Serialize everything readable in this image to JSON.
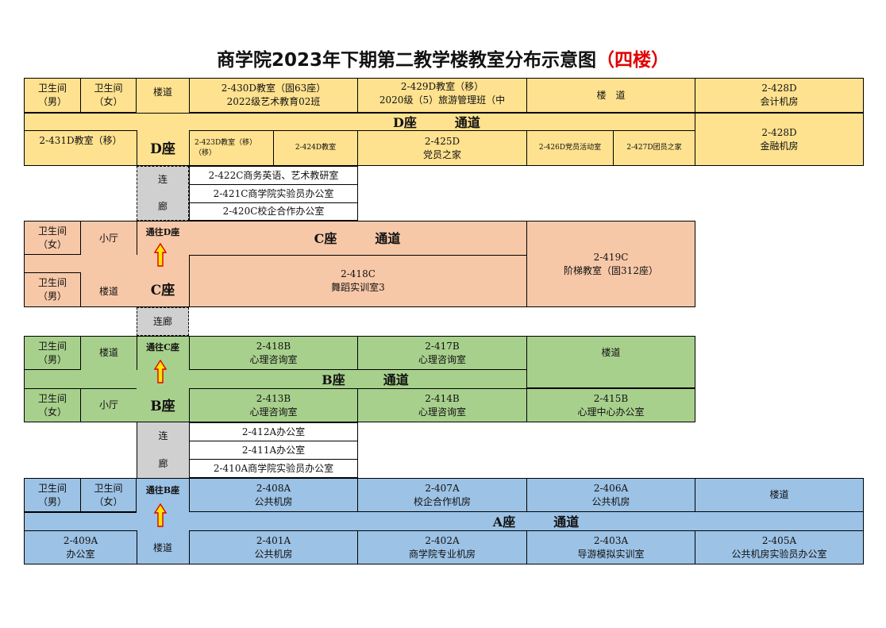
{
  "title": {
    "main": "商学院2023年下期第二教学楼教室分布示意图",
    "highlight": "（四楼）"
  },
  "colors": {
    "d": "#ffe28f",
    "c": "#f7c8a8",
    "b": "#a8d08d",
    "a": "#9cc2e5",
    "corridor": "#d0d0d0",
    "arrow": "#ffe600"
  },
  "d": {
    "toilet_m": [
      "卫生间",
      "（男）"
    ],
    "toilet_f": [
      "卫生间",
      "（女）"
    ],
    "stairs_left": "楼道",
    "r430": [
      "2-430D教室（固63座）",
      "2022级艺术教育02班"
    ],
    "r429": [
      "2-429D教室（移）",
      "2020级（5）旅游管理班（中"
    ],
    "stairs_right": "楼　道",
    "r428a": [
      "2-428D",
      "会计机房"
    ],
    "corridor_label": "D座　　　通道",
    "r431": "2-431D教室（移）",
    "block": "D座",
    "r423": [
      "2-423D教室（移）",
      "（移）"
    ],
    "r424": "2-424D教室",
    "r425": [
      "2-425D",
      "党员之家"
    ],
    "r426": "2-426D党员活动室",
    "r427": "2-427D团员之家",
    "r428b": [
      "2-428D",
      "金融机房"
    ]
  },
  "link_dc": {
    "label_top": "连",
    "label_bottom": "廊",
    "r422": "2-422C商务英语、艺术教研室",
    "r421": "2-421C商学院实验员办公室",
    "r420": "2-420C校企合作办公室"
  },
  "c": {
    "toilet_f": [
      "卫生间",
      "（女）"
    ],
    "hall": "小厅",
    "to_d": "通往D座",
    "corridor_label": "C座　　　通道",
    "r419": [
      "2-419C",
      "阶梯教室（固312座）"
    ],
    "toilet_m": [
      "卫生间",
      "（男）"
    ],
    "stairs": "楼道",
    "block": "C座",
    "r418": [
      "2-418C",
      "舞蹈实训室3"
    ]
  },
  "link_cb": {
    "label": "连廊"
  },
  "b": {
    "toilet_m": [
      "卫生间",
      "（男）"
    ],
    "stairs_left": "楼道",
    "to_c": "通往C座",
    "r418": [
      "2-418B",
      "心理咨询室"
    ],
    "r417": [
      "2-417B",
      "心理咨询室"
    ],
    "stairs_right": "楼道",
    "corridor_label": "B座　　　通道",
    "toilet_f": [
      "卫生间",
      "（女）"
    ],
    "hall": "小厅",
    "block": "B座",
    "r413": [
      "2-413B",
      "心理咨询室"
    ],
    "r414": [
      "2-414B",
      "心理咨询室"
    ],
    "r415": [
      "2-415B",
      "心理中心办公室"
    ]
  },
  "link_ba": {
    "label_top": "连",
    "label_bottom": "廊",
    "r412": "2-412A办公室",
    "r411": "2-411A办公室",
    "r410": "2-410A商学院实验员办公室"
  },
  "a": {
    "toilet_m": [
      "卫生间",
      "（男）"
    ],
    "toilet_f": [
      "卫生间",
      "（女）"
    ],
    "to_b": "通往B座",
    "r408": [
      "2-408A",
      "公共机房"
    ],
    "r407": [
      "2-407A",
      "校企合作机房"
    ],
    "r406": [
      "2-406A",
      "公共机房"
    ],
    "stairs_right": "楼道",
    "corridor_label": "A座　　　通道",
    "r409": [
      "2-409A",
      "办公室"
    ],
    "stairs_left": "楼道",
    "r401": [
      "2-401A",
      "公共机房"
    ],
    "r402": [
      "2-402A",
      "商学院专业机房"
    ],
    "r403": [
      "2-403A",
      "导游模拟实训室"
    ],
    "r405": [
      "2-405A",
      "公共机房实验员办公室"
    ]
  }
}
